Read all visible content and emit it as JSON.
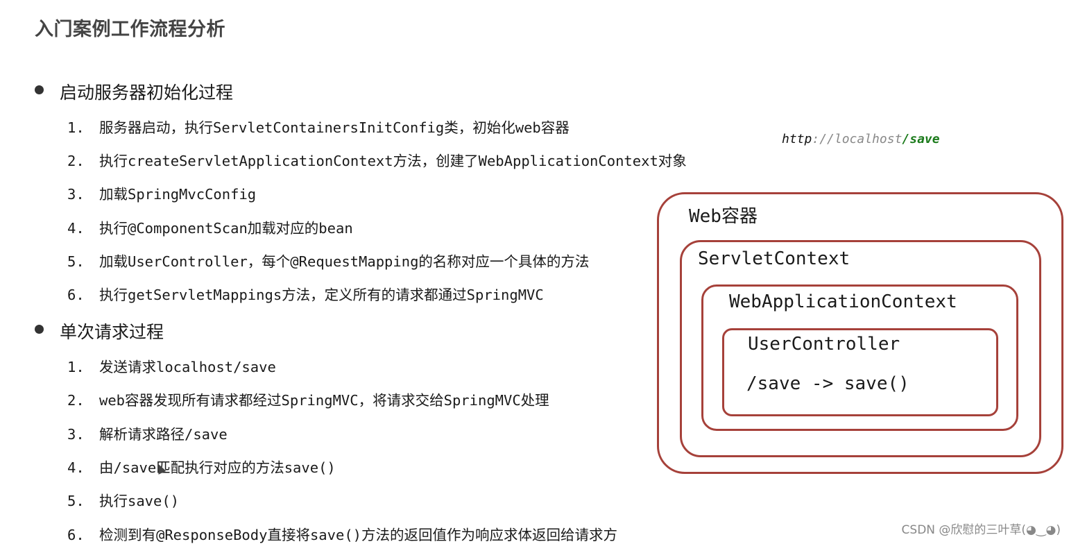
{
  "title": "入门案例工作流程分析",
  "sections": [
    {
      "title": "启动服务器初始化过程",
      "steps": [
        {
          "num": "1.",
          "text": "服务器启动，执行ServletContainersInitConfig类，初始化web容器"
        },
        {
          "num": "2.",
          "text": "执行createServletApplicationContext方法，创建了WebApplicationContext对象"
        },
        {
          "num": "3.",
          "text": "加载SpringMvcConfig"
        },
        {
          "num": "4.",
          "text": "执行@ComponentScan加载对应的bean"
        },
        {
          "num": "5.",
          "text": "加载UserController，每个@RequestMapping的名称对应一个具体的方法"
        },
        {
          "num": "6.",
          "text": "执行getServletMappings方法，定义所有的请求都通过SpringMVC"
        }
      ]
    },
    {
      "title": "单次请求过程",
      "steps": [
        {
          "num": "1.",
          "text": "发送请求localhost/save"
        },
        {
          "num": "2.",
          "text": "web容器发现所有请求都经过SpringMVC，将请求交给SpringMVC处理"
        },
        {
          "num": "3.",
          "text": "解析请求路径/save"
        },
        {
          "num": "4.",
          "text": "由/save匹配执行对应的方法save()"
        },
        {
          "num": "5.",
          "text": "执行save()"
        },
        {
          "num": "6.",
          "text": "检测到有@ResponseBody直接将save()方法的返回值作为响应求体返回给请求方"
        }
      ]
    }
  ],
  "url": {
    "scheme": "http",
    "sep": "://localhost",
    "path": "/save"
  },
  "diagram": {
    "web_container": "Web容器",
    "servlet_context": "ServletContext",
    "web_app_context": "WebApplicationContext",
    "user_controller": "UserController",
    "mapping": "/save -> save()"
  },
  "colors": {
    "box_border": "#a6413a",
    "url_path": "#1a7a1a"
  },
  "watermark": "CSDN @欣慰的三叶草(◕‿◕)"
}
